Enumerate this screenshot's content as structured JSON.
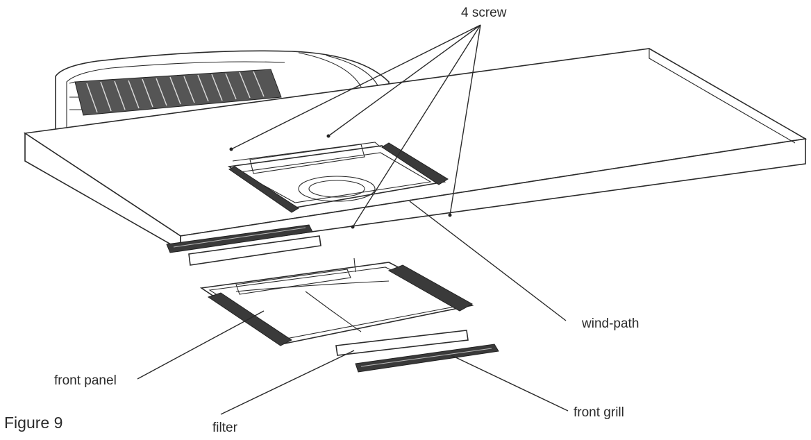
{
  "labels": {
    "screw": "4 screw",
    "wind_path": "wind-path",
    "front_panel": "front panel",
    "filter": "filter",
    "front_grill": "front grill",
    "figure": "Figure 9"
  }
}
